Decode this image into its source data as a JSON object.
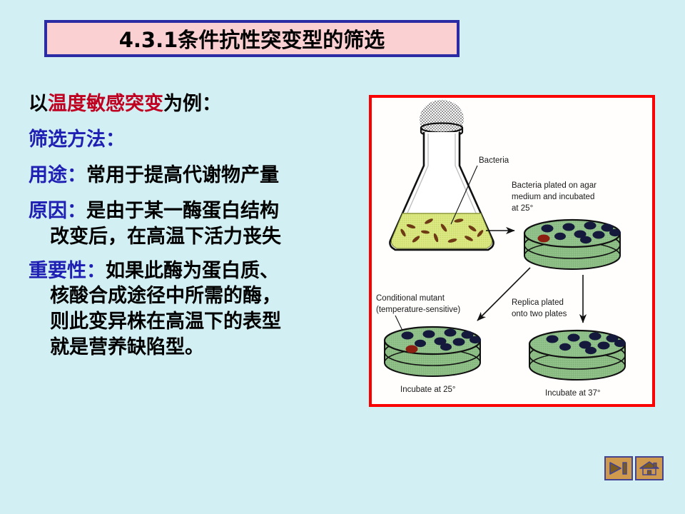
{
  "slide": {
    "background_color": "#d2eff3",
    "title": {
      "text": "4.3.1条件抗性突变型的筛选",
      "background_color": "#fbd0d2",
      "border_color": "#2b2ba4",
      "text_color": "#000000"
    },
    "colors": {
      "accent_red": "#c00020",
      "accent_blue": "#1f1fb4",
      "body_black": "#000000",
      "figure_border_red": "#fb0000",
      "nav_button_fill": "#cf9a4e",
      "nav_button_border": "#43438f"
    }
  },
  "body": {
    "paragraphs": [
      {
        "id": "example",
        "lines": [
          {
            "segments": [
              {
                "text": "以",
                "color": "black"
              },
              {
                "text": "温度敏感突变",
                "color": "red"
              },
              {
                "text": "为例：",
                "color": "black"
              }
            ]
          }
        ]
      },
      {
        "id": "method",
        "lines": [
          {
            "segments": [
              {
                "text": "筛选方法",
                "color": "blue"
              },
              {
                "text": "：",
                "color": "blue"
              }
            ]
          }
        ]
      },
      {
        "id": "purpose",
        "lines": [
          {
            "segments": [
              {
                "text": "用途",
                "color": "blue"
              },
              {
                "text": "：",
                "color": "blue"
              },
              {
                "text": "常用于提高代谢物产量",
                "color": "black"
              }
            ]
          }
        ]
      },
      {
        "id": "reason",
        "lines": [
          {
            "segments": [
              {
                "text": "原因",
                "color": "blue"
              },
              {
                "text": "：",
                "color": "blue"
              },
              {
                "text": "是由于某一酶蛋白结构",
                "color": "black"
              }
            ]
          },
          {
            "indent": true,
            "segments": [
              {
                "text": "改变后，在高温下活力丧失",
                "color": "black"
              }
            ]
          }
        ]
      },
      {
        "id": "importance",
        "lines": [
          {
            "segments": [
              {
                "text": "重要性",
                "color": "blue"
              },
              {
                "text": "：",
                "color": "blue"
              },
              {
                "text": "如果此酶为蛋白质、",
                "color": "black"
              }
            ]
          },
          {
            "indent": true,
            "segments": [
              {
                "text": "核酸合成途径中所需的酶，",
                "color": "black"
              }
            ]
          },
          {
            "indent": true,
            "segments": [
              {
                "text": "则此变异株在高温下的表型",
                "color": "black"
              }
            ]
          },
          {
            "indent": true,
            "segments": [
              {
                "text": "就是营养缺陷型。",
                "color": "black"
              }
            ]
          }
        ]
      }
    ]
  },
  "figure": {
    "alt": "replica plating screen for temperature-sensitive conditional mutants",
    "labels": {
      "bacteria": "Bacteria",
      "plated": "Bacteria plated on agar\nmedium and incubated\nat 25°",
      "plated_line1": "Bacteria plated on agar",
      "plated_line2": "medium and incubated",
      "plated_line3": "at 25°",
      "conditional_line1": "Conditional mutant",
      "conditional_line2": "(temperature-sensitive)",
      "replica_line1": "Replica plated",
      "replica_line2": "onto two plates",
      "incubate_25": "Incubate at 25°",
      "incubate_37": "Incubate at 37°"
    },
    "colors": {
      "agar_green": "#8fc089",
      "agar_green_dark": "#7caa74",
      "broth_yellow": "#d8e67d",
      "colony_navy": "#151a3c",
      "mutant_red": "#8c1f12",
      "plug_gray": "#8a8a8a"
    },
    "plates": {
      "master": {
        "colonies": 10,
        "mutant_colonies": 1
      },
      "replica_25": {
        "colonies": 10,
        "mutant_colonies": 1
      },
      "replica_37": {
        "colonies": 10,
        "mutant_colonies": 0
      }
    }
  },
  "nav": {
    "next_button_label": "next-slide",
    "home_button_label": "home"
  }
}
